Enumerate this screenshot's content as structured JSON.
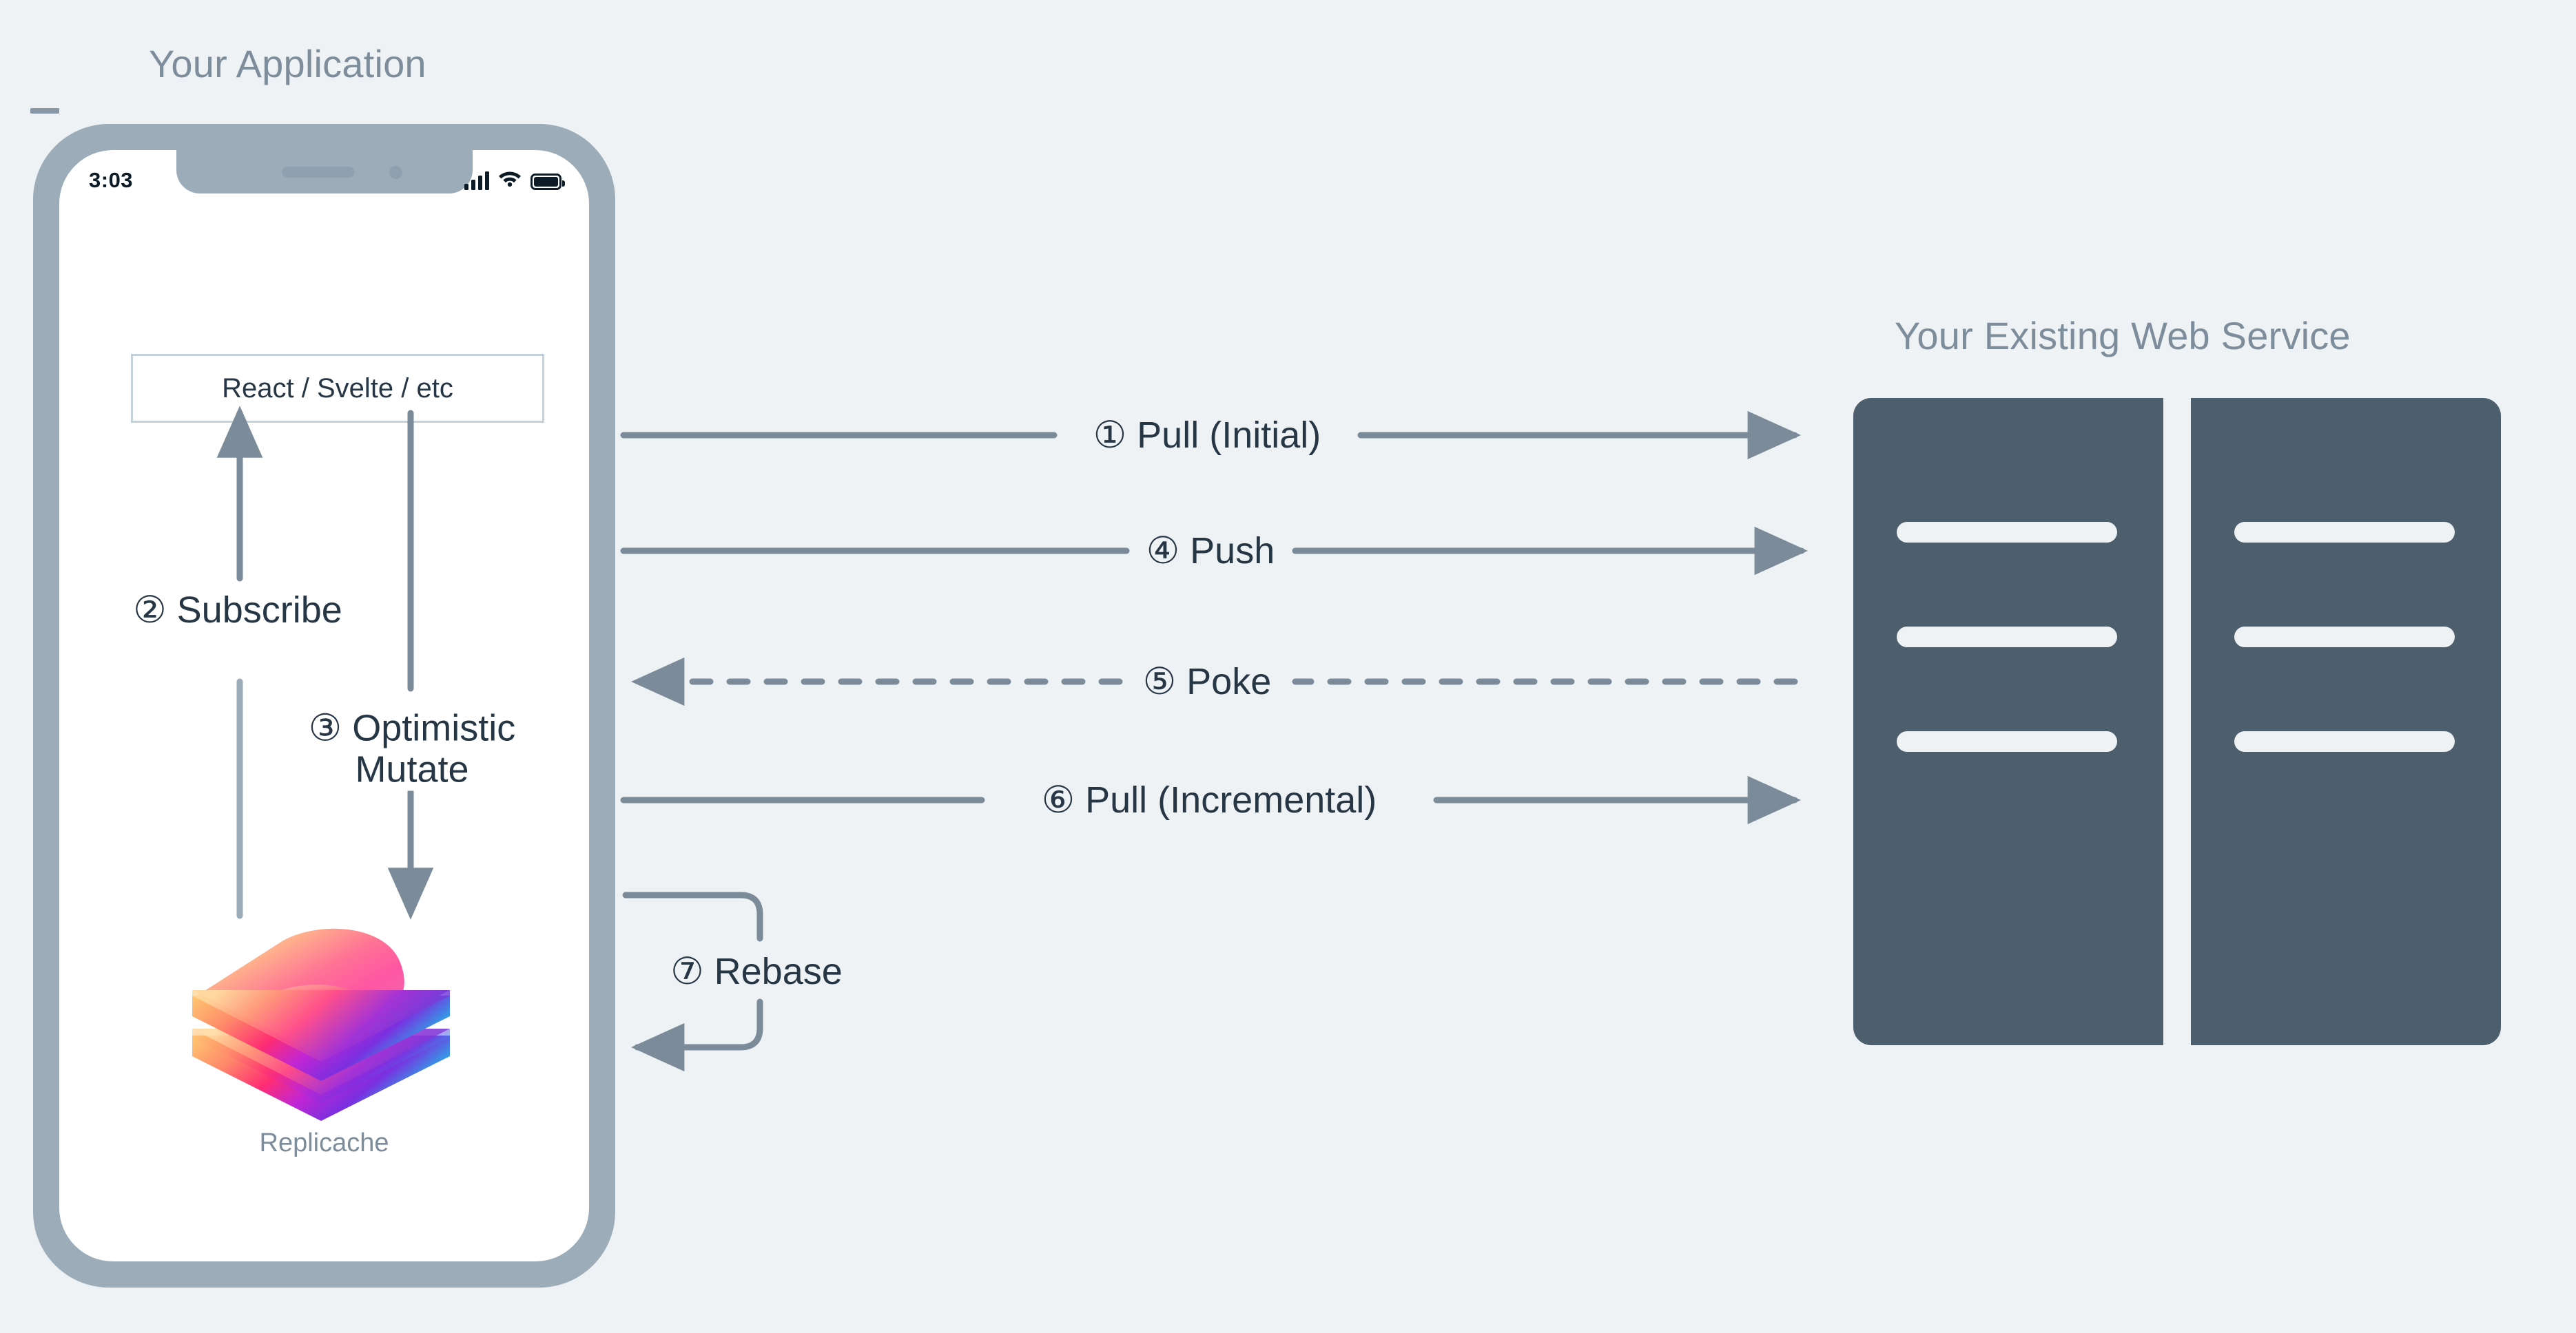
{
  "theme": {
    "background": "#eef2f5",
    "title_color": "#7d8d9b",
    "label_color": "#263645",
    "line_color": "#7b8b99",
    "phone_frame": "#9cacb9",
    "screen": "#ffffff",
    "server_fill": "#4d5e6d",
    "box_border": "#c4d0da"
  },
  "app": {
    "title": "Your Application",
    "phone": {
      "status_time": "3:03",
      "status_icons": [
        "cellular-signal-icon",
        "wifi-icon",
        "battery-icon"
      ],
      "framework_box_label": "React / Svelte / etc",
      "logo_caption": "Replicache"
    }
  },
  "service": {
    "title": "Your Existing Web Service",
    "rack": {
      "halves": 2,
      "bars_per_half": 3
    }
  },
  "flows": [
    {
      "id": 1,
      "marker": "①",
      "label": "Pull (Initial)",
      "full": "① Pull (Initial)",
      "direction": "right",
      "style": "solid",
      "scope": "client-to-server"
    },
    {
      "id": 2,
      "marker": "②",
      "label": "Subscribe",
      "full": "② Subscribe",
      "direction": "up",
      "style": "solid",
      "scope": "in-phone"
    },
    {
      "id": 3,
      "marker": "③",
      "label": "Optimistic Mutate",
      "full": "③ Optimistic Mutate",
      "direction": "down",
      "style": "solid",
      "scope": "in-phone"
    },
    {
      "id": 4,
      "marker": "④",
      "label": "Push",
      "full": "④ Push",
      "direction": "right",
      "style": "solid",
      "scope": "client-to-server"
    },
    {
      "id": 5,
      "marker": "⑤",
      "label": "Poke",
      "full": "⑤ Poke",
      "direction": "left",
      "style": "dashed",
      "scope": "server-to-client"
    },
    {
      "id": 6,
      "marker": "⑥",
      "label": "Pull (Incremental)",
      "full": "⑥ Pull (Incremental)",
      "direction": "right",
      "style": "solid",
      "scope": "client-to-server"
    },
    {
      "id": 7,
      "marker": "⑦",
      "label": "Rebase",
      "full": "⑦ Rebase",
      "direction": "loop",
      "style": "solid",
      "scope": "client-loop"
    }
  ],
  "flow_labels": {
    "pull_initial": "① Pull (Initial)",
    "subscribe": "② Subscribe",
    "optimistic_mutate": "③ Optimistic\nMutate",
    "optimistic_line1": "③ Optimistic",
    "optimistic_line2": "Mutate",
    "push": "④ Push",
    "poke": "⑤ Poke",
    "pull_incremental": "⑥ Pull (Incremental)",
    "rebase": "⑦ Rebase"
  }
}
